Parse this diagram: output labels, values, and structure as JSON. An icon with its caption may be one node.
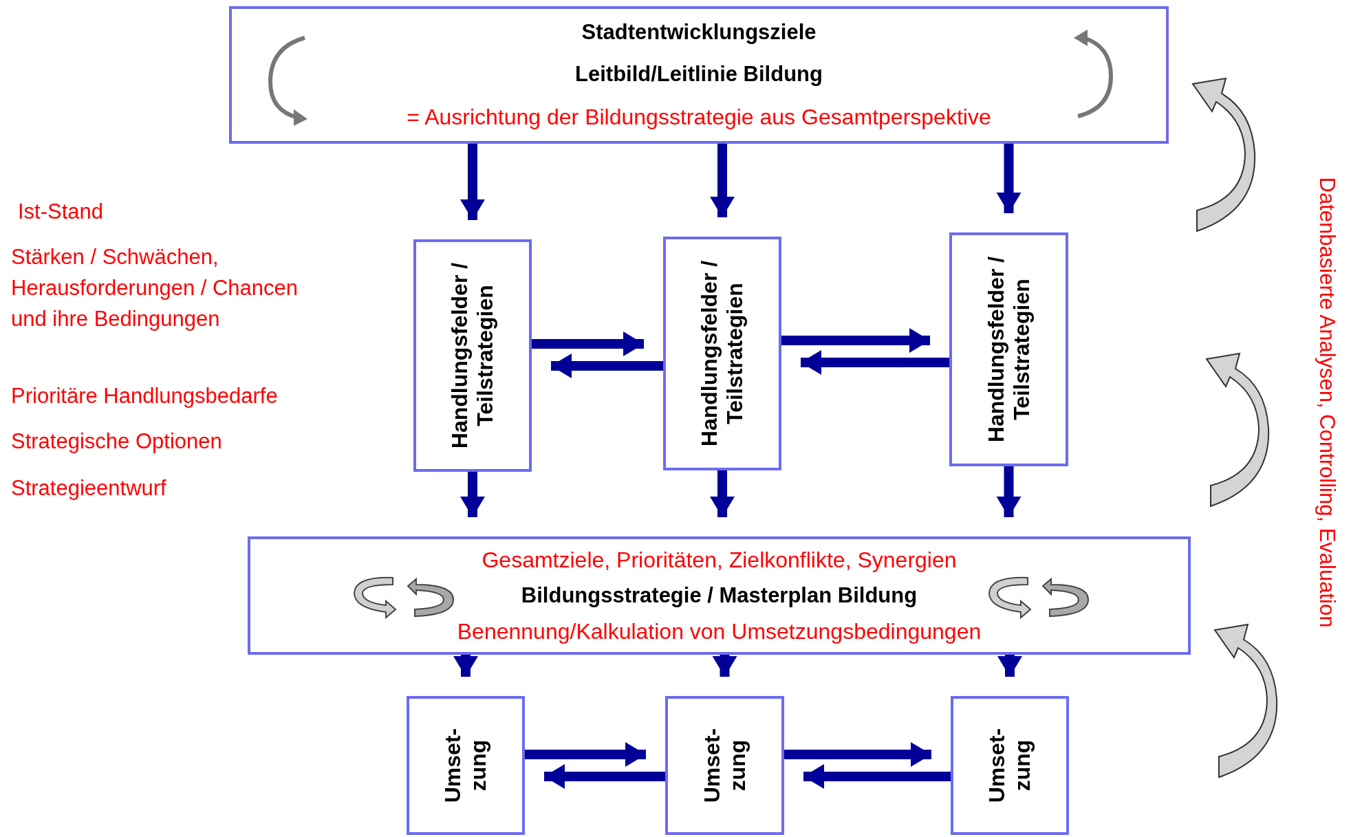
{
  "diagram": {
    "nodes": [
      {
        "text": [
          "Stadtentwicklungsziele",
          "Leitbild/Leitlinie Bildung",
          "= Ausrichtung der Bildungsstrategie aus Gesamtperspektive"
        ]
      },
      {
        "text": [
          "Handlungsfelder / Teilstrategien"
        ]
      },
      {
        "text": [
          "Handlungsfelder / Teilstrategien"
        ]
      },
      {
        "text": [
          "Handlungsfelder / Teilstrategien"
        ]
      },
      {
        "text": [
          "Gesamtziele, Prioritäten, Zielkonflikte, Synergien",
          "Bildungsstrategie / Masterplan Bildung",
          "Benennung/Kalkulation von Umsetzungsbedingungen"
        ]
      },
      {
        "text": [
          "Umset- zung"
        ]
      },
      {
        "text": [
          "Umset- zung"
        ]
      },
      {
        "text": [
          "Umset- zung"
        ]
      }
    ],
    "edges": [
      {
        "from": 0,
        "to": 1,
        "arrow": "to"
      },
      {
        "from": 0,
        "to": 2,
        "arrow": "to"
      },
      {
        "from": 0,
        "to": 3,
        "arrow": "to"
      },
      {
        "from": 1,
        "to": 2,
        "arrow": "to"
      },
      {
        "from": 2,
        "to": 1,
        "arrow": "to"
      },
      {
        "from": 2,
        "to": 3,
        "arrow": "to"
      },
      {
        "from": 3,
        "to": 2,
        "arrow": "to"
      },
      {
        "from": 1,
        "to": 4,
        "arrow": "to"
      },
      {
        "from": 2,
        "to": 4,
        "arrow": "to"
      },
      {
        "from": 3,
        "to": 4,
        "arrow": "to"
      },
      {
        "from": 4,
        "to": 5,
        "arrow": "to"
      },
      {
        "from": 4,
        "to": 6,
        "arrow": "to"
      },
      {
        "from": 4,
        "to": 7,
        "arrow": "to"
      },
      {
        "from": 5,
        "to": 6,
        "arrow": "to"
      },
      {
        "from": 6,
        "to": 5,
        "arrow": "to"
      },
      {
        "from": 6,
        "to": 7,
        "arrow": "to"
      },
      {
        "from": 7,
        "to": 6,
        "arrow": "to"
      }
    ],
    "labels": [
      "Ist-Stand",
      "Stärken / Schwächen, Herausforderungen / Chancen und ihre Bedingungen",
      "Prioritäre Handlungsbedarfe",
      "Strategische Optionen",
      "Strategieentwurf",
      "Datenbasierte Analysen, Controlling, Evaluation"
    ]
  }
}
